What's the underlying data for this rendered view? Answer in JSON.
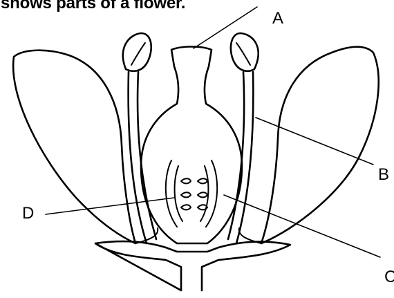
{
  "caption": "shows parts of a flower.",
  "labels": {
    "a": "A",
    "b": "B",
    "c": "C",
    "d": "D"
  }
}
